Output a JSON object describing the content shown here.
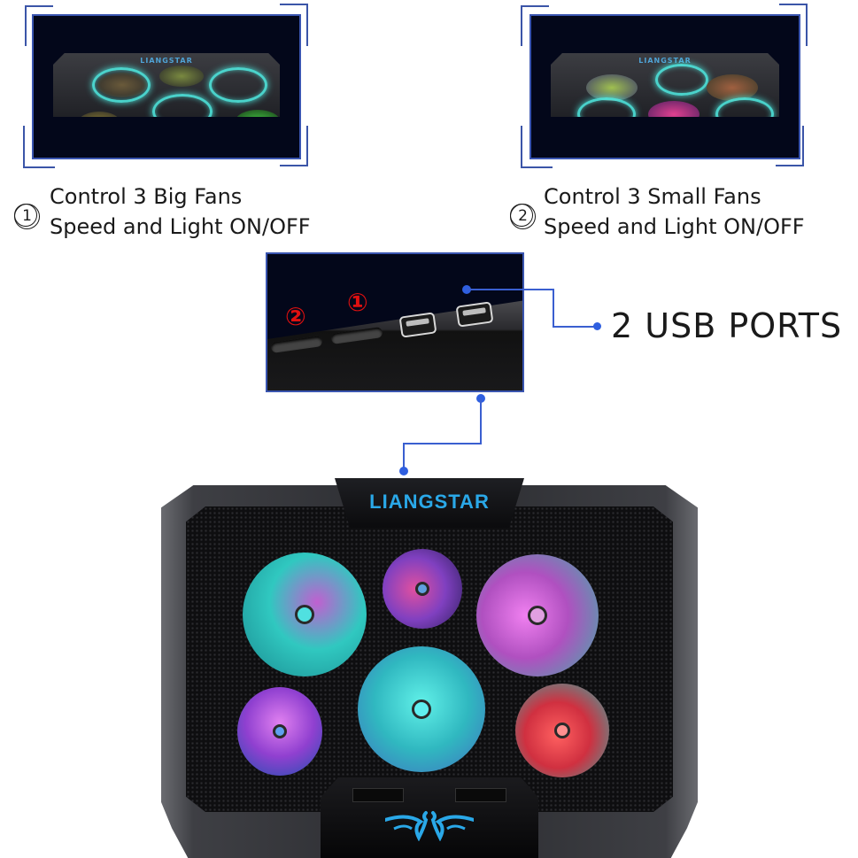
{
  "panels": [
    {
      "id": "big-fans",
      "number": "①",
      "line1": "Control 3 Big Fans",
      "line2": "Speed and Light ON/OFF",
      "preview_brand": "LIANGSTAR"
    },
    {
      "id": "small-fans",
      "number": "②",
      "line1": "Control 3 Small Fans",
      "line2": "Speed and Light ON/OFF",
      "preview_brand": "LIANGSTAR"
    }
  ],
  "closeup": {
    "button_labels": [
      "②",
      "①"
    ],
    "usb_label": "2 USB PORTS"
  },
  "product": {
    "brand": "LIANGSTAR",
    "fans": [
      {
        "position": "top-left",
        "size": "big",
        "colors": [
          "#2fd0c8",
          "#7a4fd0"
        ]
      },
      {
        "position": "top-center",
        "size": "small",
        "colors": [
          "#c040c0",
          "#4040a0"
        ]
      },
      {
        "position": "top-right",
        "size": "big",
        "colors": [
          "#d060e0",
          "#40c0b0"
        ]
      },
      {
        "position": "bottom-left",
        "size": "small",
        "colors": [
          "#b050e0",
          "#3060c0"
        ]
      },
      {
        "position": "bottom-center",
        "size": "big",
        "colors": [
          "#30d0d0",
          "#5080d0"
        ]
      },
      {
        "position": "bottom-right",
        "size": "small",
        "colors": [
          "#e04040",
          "#30c0b0"
        ]
      }
    ]
  },
  "colors": {
    "accent_line": "#3a5fd0",
    "frame_border": "#3a55b0",
    "logo_blue": "#2aa8e8",
    "callout_red": "#e01010"
  }
}
